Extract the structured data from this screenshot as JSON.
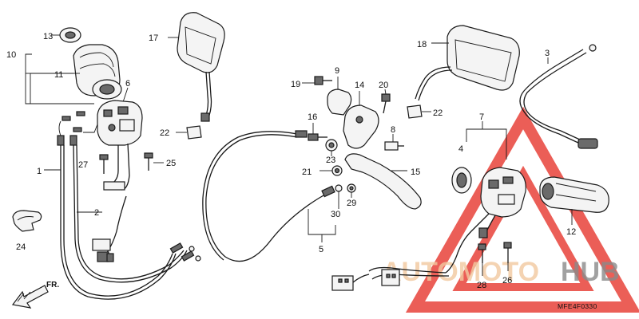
{
  "diagram": {
    "callouts": {
      "c1": "1",
      "c2": "2",
      "c3": "3",
      "c4": "4",
      "c5": "5",
      "c6": "6",
      "c7": "7",
      "c8": "8",
      "c9": "9",
      "c10": "10",
      "c11": "11",
      "c12": "12",
      "c13": "13",
      "c14": "14",
      "c15": "15",
      "c16": "16",
      "c17": "17",
      "c18": "18",
      "c19": "19",
      "c20": "20",
      "c21": "21",
      "c22a": "22",
      "c22b": "22",
      "c23": "23",
      "c24": "24",
      "c25": "25",
      "c26": "26",
      "c27": "27",
      "c28": "28",
      "c29": "29",
      "c30": "30"
    },
    "front_arrow_label": "FR.",
    "diagram_code": "MFE4F0330"
  },
  "watermark": {
    "text_left": "AUTOMOTO",
    "text_right": "HUB",
    "color_triangle": "#e8433a",
    "color_left": "#f2c9a0",
    "color_right": "#8a8a8a"
  }
}
